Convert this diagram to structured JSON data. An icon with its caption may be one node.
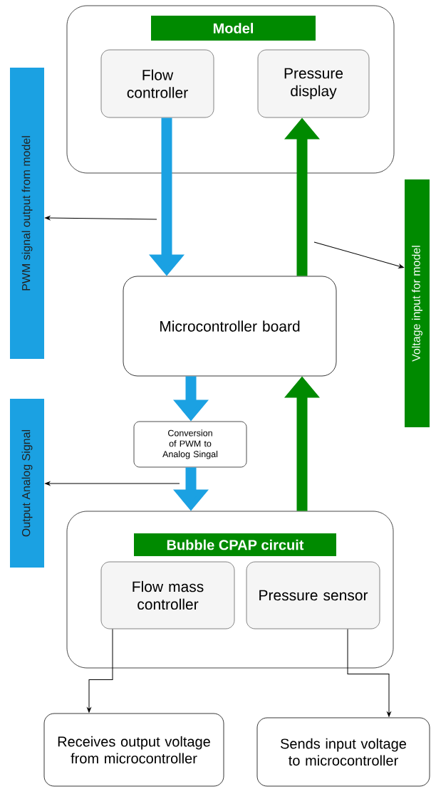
{
  "diagram": {
    "nodes": [
      {
        "text": [
          "Model"
        ]
      },
      {
        "text": [
          "Flow controller"
        ],
        "in": 0
      },
      {
        "text": [
          "Pressure display"
        ],
        "in": 0
      },
      {
        "text": [
          "Microcontroller board"
        ]
      },
      {
        "text": [
          "Conversion of PWM to Analog Singal"
        ]
      },
      {
        "text": [
          "Bubble CPAP circuit"
        ]
      },
      {
        "text": [
          "Flow mass controller"
        ],
        "in": 5
      },
      {
        "text": [
          "Pressure sensor"
        ],
        "in": 5
      },
      {
        "text": [
          "Receives output voltage from microcontroller"
        ]
      },
      {
        "text": [
          "Sends input voltage to microcontroller"
        ]
      },
      {
        "text": [
          "PWM signal output from model"
        ]
      },
      {
        "text": [
          "Output Analog Signal"
        ]
      },
      {
        "text": [
          "Voltage input for model"
        ]
      }
    ],
    "edges": [
      {
        "from": 1,
        "to": 3,
        "arrow": "to",
        "style": "thick",
        "color": "#1ba1e2"
      },
      {
        "from": 3,
        "to": 2,
        "arrow": "to",
        "style": "thick",
        "color": "#008a00"
      },
      {
        "from": 3,
        "to": 4,
        "arrow": "to",
        "style": "thick",
        "color": "#1ba1e2"
      },
      {
        "from": 4,
        "to": 5,
        "arrow": "to",
        "style": "thick",
        "color": "#1ba1e2"
      },
      {
        "from": 5,
        "to": 3,
        "arrow": "to",
        "style": "thick",
        "color": "#008a00"
      },
      {
        "from": null,
        "to": 10,
        "arrow": "to"
      },
      {
        "from": null,
        "to": 12,
        "arrow": "to"
      },
      {
        "from": null,
        "to": 11,
        "arrow": "to"
      },
      {
        "from": 6,
        "to": 8,
        "arrow": "to"
      },
      {
        "from": 7,
        "to": 9,
        "arrow": "to"
      }
    ]
  }
}
